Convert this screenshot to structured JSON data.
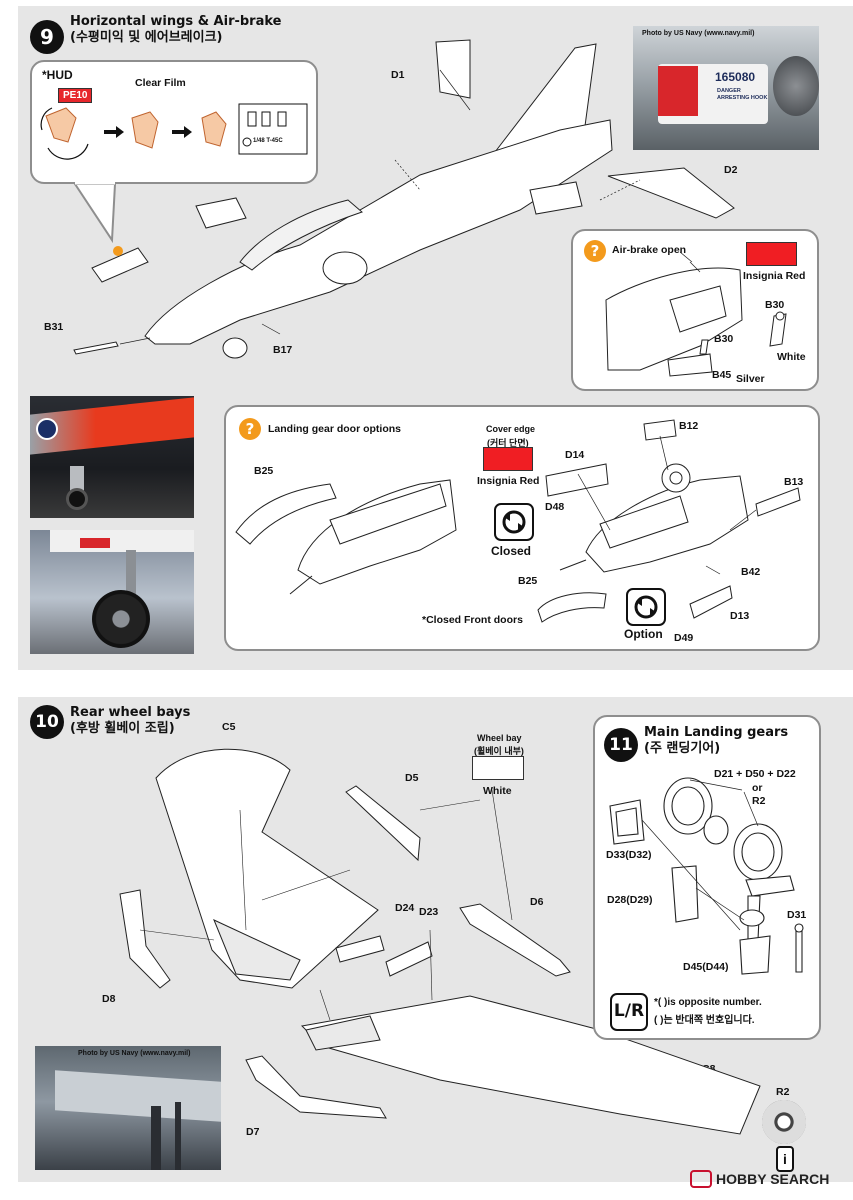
{
  "step9": {
    "number": "9",
    "title": "Horizontal wings & Air-brake",
    "title_kr": "(수평미익 및 에어브레이크)",
    "hud": {
      "title": "*HUD",
      "pe_badge": "PE10",
      "clear_film": "Clear Film",
      "decal_text": "1/48 T-45C"
    },
    "parts": {
      "d1": "D1",
      "d2": "D2",
      "b31": "B31",
      "b17": "B17"
    },
    "photo_credit": "Photo by US Navy (www.navy.mil)",
    "photo_aircraft_number": "165080",
    "photo_warning": "DANGER\nARRESTING HOOK",
    "airbrake": {
      "title": "Air-brake open",
      "color_name": "Insignia Red",
      "color_hex": "#f01e23",
      "b30_top": "B30",
      "white": "White",
      "b30": "B30",
      "b45": "B45",
      "silver": "Silver"
    },
    "gear_doors": {
      "title": "Landing gear door options",
      "b25": "B25",
      "cover_edge": "Cover edge",
      "cover_edge_kr": "(커터 단면)",
      "insignia_red": "Insignia Red",
      "closed": "Closed",
      "closed_front": "*Closed Front doors",
      "b25_bottom": "B25",
      "option": "Option",
      "d14": "D14",
      "d48": "D48",
      "b12": "B12",
      "b13": "B13",
      "b42": "B42",
      "d13": "D13",
      "d49": "D49"
    }
  },
  "step10": {
    "number": "10",
    "title": "Rear wheel bays",
    "title_kr": "(후방 휠베이 조립)",
    "wheel_bay": "Wheel bay",
    "wheel_bay_kr": "(휠베이 내부)",
    "white": "White",
    "parts": {
      "c5": "C5",
      "d5": "D5",
      "d24": "D24",
      "d23": "D23",
      "d6": "D6",
      "d8": "D8",
      "d7": "D7",
      "c8": "C8",
      "r2": "R2"
    },
    "photo_credit": "Photo by US Navy (www.navy.mil)"
  },
  "step11": {
    "number": "11",
    "title": "Main Landing gears",
    "title_kr": "(주 랜딩기어)",
    "wheel_formula": "D21 + D50 + D22",
    "or": "or",
    "r2": "R2",
    "d33": "D33(D32)",
    "d28": "D28(D29)",
    "d31": "D31",
    "d45": "D45(D44)",
    "lr": "L/R",
    "note_en": "*(  )is opposite number.",
    "note_kr": "(  )는 반대쪽 번호입니다."
  },
  "watermark": "HOBBY SEARCH"
}
